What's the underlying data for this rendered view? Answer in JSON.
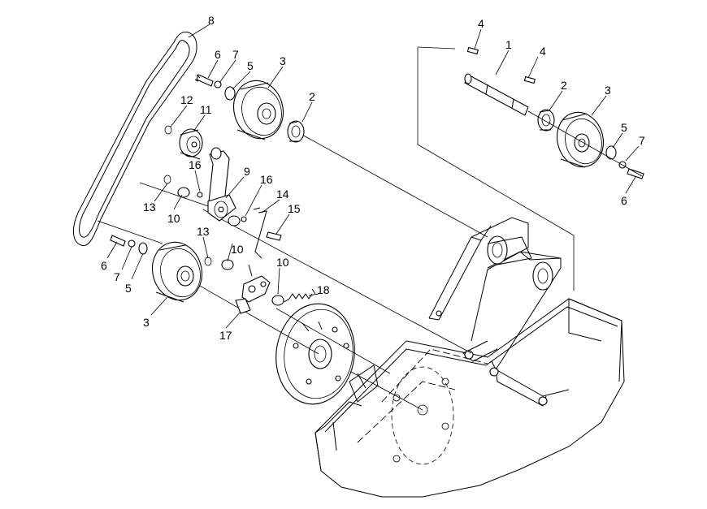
{
  "labels": [
    {
      "id": "l8",
      "text": "8"
    },
    {
      "id": "l6a",
      "text": "6"
    },
    {
      "id": "l7a",
      "text": "7"
    },
    {
      "id": "l5a",
      "text": "5"
    },
    {
      "id": "l3a",
      "text": "3"
    },
    {
      "id": "l2a",
      "text": "2"
    },
    {
      "id": "l12",
      "text": "12"
    },
    {
      "id": "l11",
      "text": "11"
    },
    {
      "id": "l16a",
      "text": "16"
    },
    {
      "id": "l9",
      "text": "9"
    },
    {
      "id": "l16b",
      "text": "16"
    },
    {
      "id": "l14",
      "text": "14"
    },
    {
      "id": "l15",
      "text": "15"
    },
    {
      "id": "l13a",
      "text": "13"
    },
    {
      "id": "l10a",
      "text": "10"
    },
    {
      "id": "l13b",
      "text": "13"
    },
    {
      "id": "l10b",
      "text": "10"
    },
    {
      "id": "l10c",
      "text": "10"
    },
    {
      "id": "l18",
      "text": "18"
    },
    {
      "id": "l17",
      "text": "17"
    },
    {
      "id": "l6b",
      "text": "6"
    },
    {
      "id": "l7b",
      "text": "7"
    },
    {
      "id": "l5b",
      "text": "5"
    },
    {
      "id": "l3b",
      "text": "3"
    },
    {
      "id": "l4a",
      "text": "4"
    },
    {
      "id": "l1",
      "text": "1"
    },
    {
      "id": "l4b",
      "text": "4"
    },
    {
      "id": "l2b",
      "text": "2"
    },
    {
      "id": "l3c",
      "text": "3"
    },
    {
      "id": "l5c",
      "text": "5"
    },
    {
      "id": "l7c",
      "text": "7"
    },
    {
      "id": "l6c",
      "text": "6"
    }
  ]
}
